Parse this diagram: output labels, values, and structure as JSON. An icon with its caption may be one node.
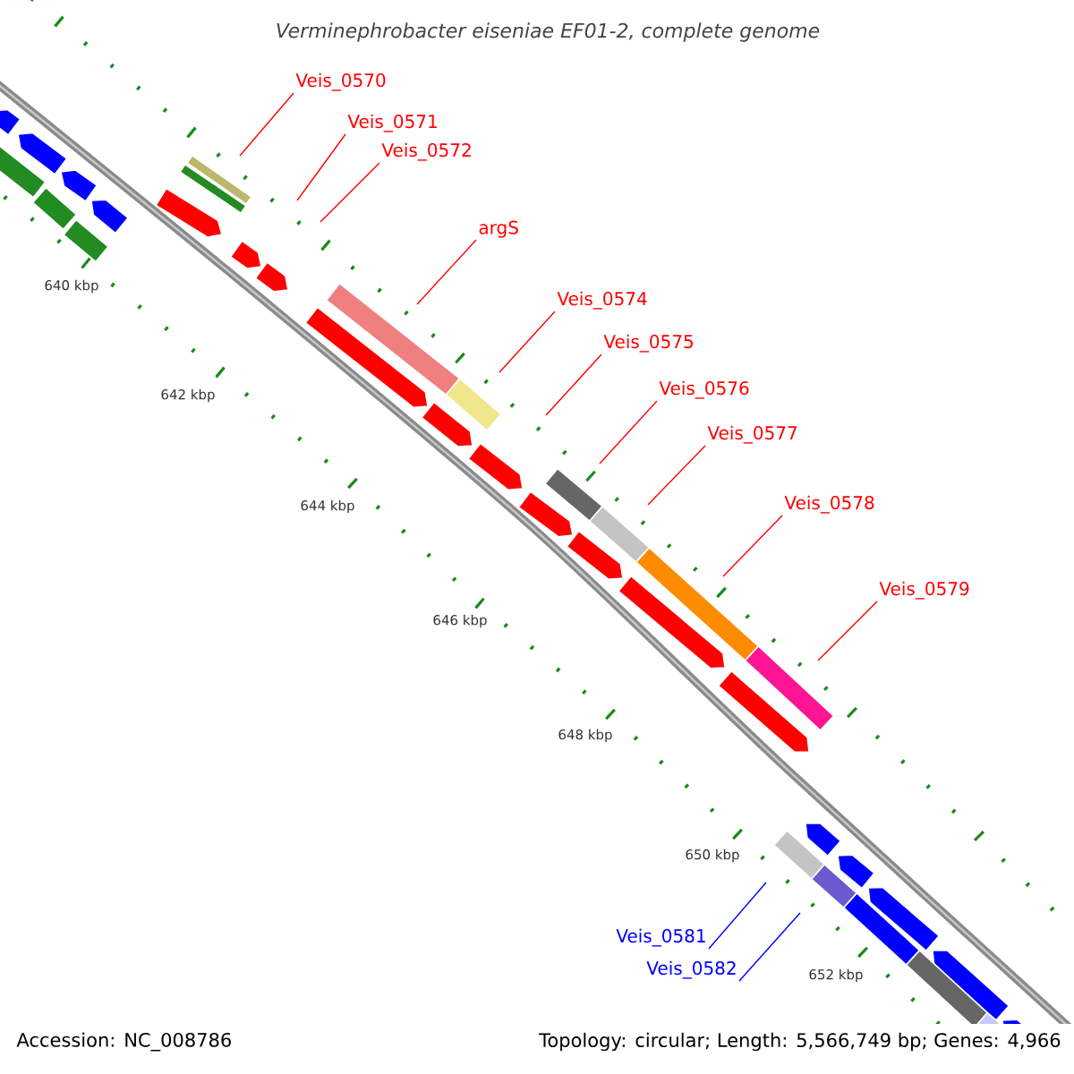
{
  "diagram": {
    "title": "Verminephrobacter eiseniae EF01-2, complete genome",
    "nodes": [
      {
        "text": [
          "Veis_0570"
        ]
      },
      {
        "text": [
          "Veis_0571"
        ]
      },
      {
        "text": [
          "Veis_0572"
        ]
      },
      {
        "text": [
          "argS"
        ]
      },
      {
        "text": [
          "Veis_0574"
        ]
      },
      {
        "text": [
          "Veis_0575"
        ]
      },
      {
        "text": [
          "Veis_0576"
        ]
      },
      {
        "text": [
          "Veis_0577"
        ]
      },
      {
        "text": [
          "Veis_0578"
        ]
      },
      {
        "text": [
          "Veis_0579"
        ]
      },
      {
        "text": [
          "Veis_0581"
        ]
      },
      {
        "text": [
          "Veis_0582"
        ]
      }
    ],
    "edges": [
      {
        "from": 0,
        "to": null,
        "arrow": "none"
      },
      {
        "from": 1,
        "to": null,
        "arrow": "none"
      },
      {
        "from": 2,
        "to": null,
        "arrow": "none"
      },
      {
        "from": 3,
        "to": null,
        "arrow": "none"
      },
      {
        "from": 4,
        "to": null,
        "arrow": "none"
      },
      {
        "from": 5,
        "to": null,
        "arrow": "none"
      },
      {
        "from": 6,
        "to": null,
        "arrow": "none"
      },
      {
        "from": 7,
        "to": null,
        "arrow": "none"
      },
      {
        "from": 8,
        "to": null,
        "arrow": "none"
      },
      {
        "from": 9,
        "to": null,
        "arrow": "none"
      },
      {
        "from": 10,
        "to": null,
        "arrow": "none",
        "color": "#0000ff"
      },
      {
        "from": 11,
        "to": null,
        "arrow": "none",
        "color": "#0000ff"
      }
    ],
    "labels": [
      "640 kbp",
      "642 kbp",
      "644 kbp",
      "646 kbp",
      "648 kbp",
      "650 kbp",
      "652 kbp",
      "Accession: NC_008786",
      "Topology: circular; Length: 5,566,749 bp; Genes: 4,966"
    ]
  }
}
